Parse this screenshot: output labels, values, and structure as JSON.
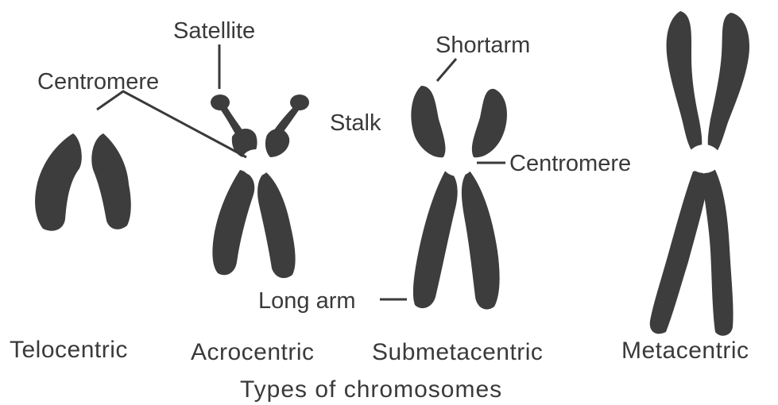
{
  "labels": {
    "satellite": "Satellite",
    "centromere_left": "Centromere",
    "stalk": "Stalk",
    "short_arm": "Shortarm",
    "centromere_right": "Centromere",
    "long_arm": "Long arm"
  },
  "types": {
    "telocentric": "Telocentric",
    "acrocentric": "Acrocentric",
    "submetacentric": "Submetacentric",
    "metacentric": "Metacentric"
  },
  "caption": "Types of chromosomes",
  "colors": {
    "chromosome": "#3d3d3d",
    "centromere": "#ffffff",
    "text": "#3a3a3a"
  }
}
